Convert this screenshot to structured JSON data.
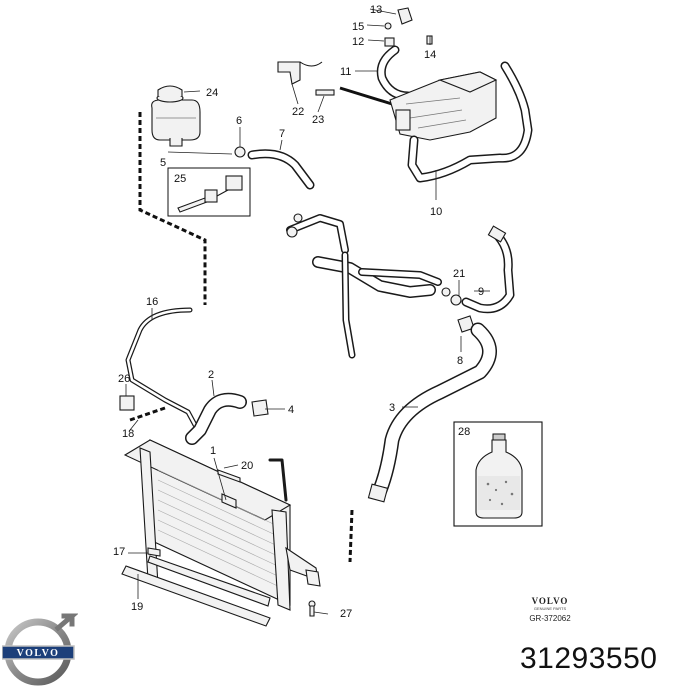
{
  "diagram": {
    "callouts": [
      "1",
      "2",
      "3",
      "4",
      "5",
      "6",
      "7",
      "8",
      "9",
      "10",
      "11",
      "12",
      "13",
      "14",
      "15",
      "16",
      "17",
      "18",
      "19",
      "20",
      "21",
      "22",
      "23",
      "24",
      "25",
      "26",
      "27",
      "28"
    ]
  },
  "brand": {
    "wordmark": "VOLVO",
    "subtitle": "GENUINE PARTS",
    "drawing_code": "GR-372062"
  },
  "logo": {
    "text": "VOLVO",
    "icon": "volvo-iron-mark-icon"
  },
  "part_number": "31293550"
}
